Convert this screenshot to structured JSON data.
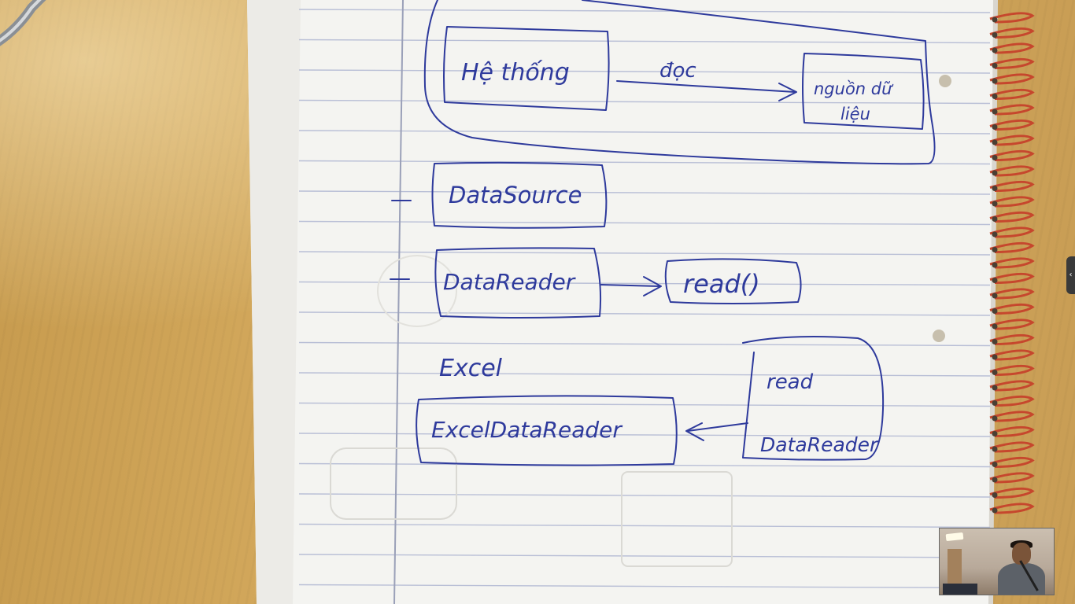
{
  "diagram": {
    "nodes": {
      "he_thong": "Hệ thống",
      "nguon_du_lieu_line1": "nguồn dữ",
      "nguon_du_lieu_line2": "liệu",
      "datasource": "DataSource",
      "datareader": "DataReader",
      "read_method": "read()",
      "excel_label": "Excel",
      "excel_data_reader": "ExcelDataReader",
      "read_label": "read",
      "datareader_label": "DataReader"
    },
    "edges": {
      "doc": "đọc"
    }
  },
  "colors": {
    "ink": "#2e3a9c",
    "paper": "#f4f4f1",
    "rule_line": "#b9bfd6",
    "margin_line": "#9aa0b8",
    "spiral": "#c6472d",
    "desk": "#c9a25a"
  },
  "overlay": {
    "webcam": "webcam-thumbnail",
    "side_tab_icon": "chevron-left-icon"
  }
}
